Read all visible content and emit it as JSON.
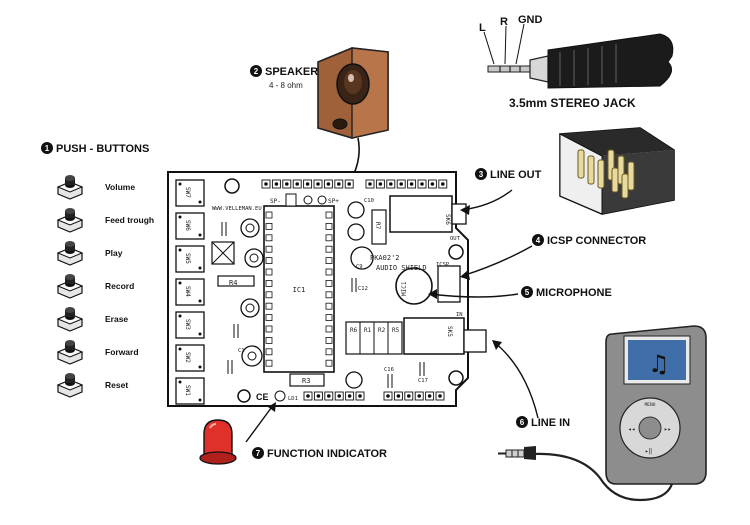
{
  "labels": {
    "speaker": "SPEAKER",
    "speaker_sub": "4 - 8 ohm",
    "jack": "3.5mm STEREO JACK",
    "jack_l": "L",
    "jack_r": "R",
    "jack_gnd": "GND",
    "push_buttons": "PUSH - BUTTONS",
    "line_out": "LINE OUT",
    "icsp": "ICSP CONNECTOR",
    "microphone": "MICROPHONE",
    "line_in": "LINE IN",
    "function_indicator": "FUNCTION INDICATOR"
  },
  "badges": {
    "b1": "1",
    "b2": "2",
    "b3": "3",
    "b4": "4",
    "b5": "5",
    "b6": "6",
    "b7": "7"
  },
  "buttons": [
    {
      "name": "Volume",
      "sw": "SW7"
    },
    {
      "name": "Feed trough",
      "sw": "SW6"
    },
    {
      "name": "Play",
      "sw": "SW5"
    },
    {
      "name": "Record",
      "sw": "SW4"
    },
    {
      "name": "Erase",
      "sw": "SW3"
    },
    {
      "name": "Forward",
      "sw": "SW2"
    },
    {
      "name": "Reset",
      "sw": "SW1"
    }
  ],
  "board": {
    "website": "WWW.VELLEMAN.EU",
    "model": "PKA02'2",
    "name": "AUDIO SHIELD",
    "ic": "IC1",
    "sp_minus": "SP-",
    "sp_plus": "SP+",
    "sk_out": "SK6",
    "out": "OUT",
    "sk_in": "SK5",
    "in": "IN",
    "icsp_tag": "ICSP",
    "mic": "MIC1",
    "r1": "R1",
    "r2": "R2",
    "r3": "R3",
    "r4": "R4",
    "r5": "R5",
    "r6": "R6",
    "r7": "R7",
    "c1": "C1",
    "c9": "C9",
    "c10": "C10",
    "c12": "C12",
    "c16": "C16",
    "c17": "C17",
    "led": "LD1",
    "ce": "CE"
  },
  "player": {
    "menu": "MENU"
  },
  "colors": {
    "speaker_wood": "#a0603a",
    "speaker_dark": "#5a3520",
    "led_red": "#e0302a",
    "player_body": "#8d8d8d",
    "player_screen": "#3f6ea8",
    "badge": "#111111"
  }
}
